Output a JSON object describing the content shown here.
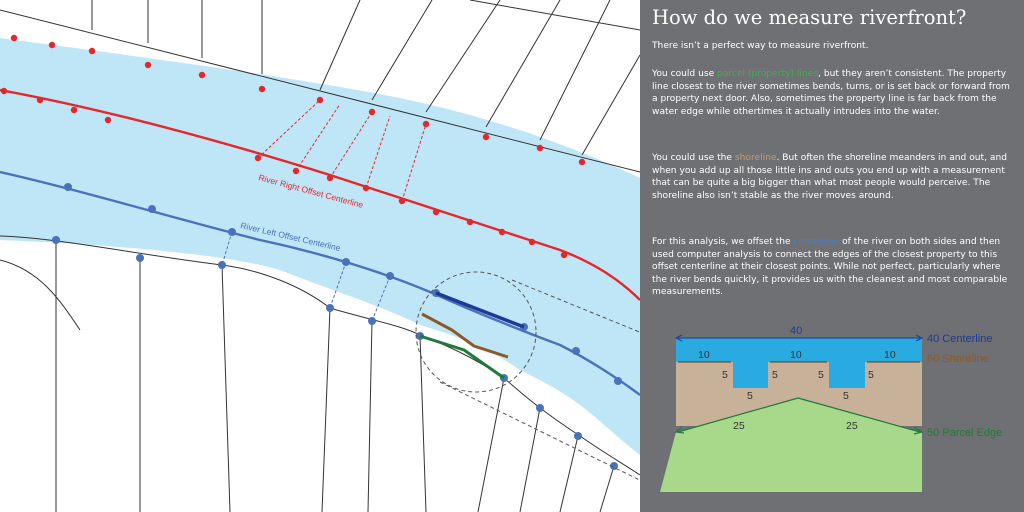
{
  "panel": {
    "title": "How do we measure riverfront?",
    "intro": "There isn’t a perfect way to measure riverfront.",
    "parcel_paragraph": {
      "before": "You could use ",
      "highlight": "parcel (property) lines",
      "after": ", but they aren’t consistent. The property line closest to the river sometimes bends, turns, or is set back or forward from a property next door. Also, sometimes the property line is far back from the water edge while othertimes it actually intrudes into the water."
    },
    "shoreline_paragraph": {
      "before": "You could use the ",
      "highlight": "shoreline",
      "after": ". But often the shoreline meanders in and out, and when you add up all those little ins and outs you end up with a measurement that can be quite a big bigger than what most people would perceive. The shoreline also isn’t stable as the river moves around."
    },
    "centerline_paragraph": {
      "before": "For this analysis, we offset the ",
      "highlight": "centerline",
      "after": " of the river on both sides and then used computer analysis to connect the edges of the closest property to this offset centerline  at their closest points. While not perfect, particularly where the river bends quickly, it provides us with the cleanest and most comparable measurements."
    }
  },
  "map": {
    "right_centerline_label": "River Right Offset Centerline",
    "left_centerline_label": "River Left Offset Centerline"
  },
  "inset": {
    "centerline_total": "40 Centerline",
    "shoreline_total": "60 Shoreline",
    "parcel_total": "50 Parcel Edge",
    "top_length": "40",
    "shore_left": "10",
    "shore_middle": "10",
    "shore_right": "10",
    "notch_left_side_a": "5",
    "notch_left_side_b": "5",
    "notch_left_bottom": "5",
    "notch_right_side_a": "5",
    "notch_right_side_b": "5",
    "notch_right_bottom": "5",
    "parcel_left": "25",
    "parcel_right": "25"
  },
  "colors": {
    "water": "#bfe6f7",
    "right_centerline": "#e5272b",
    "left_centerline": "#4a72bb",
    "parcel_lines": "#333333",
    "highlight_centerline": "#1d3b94",
    "highlight_shoreline": "#8b5a2b",
    "highlight_parcel": "#1f7a3a",
    "panel_bg": "#6f7073",
    "inset_water": "#29abe2",
    "inset_land": "#c7b299",
    "inset_parcel": "#a8d98a"
  }
}
